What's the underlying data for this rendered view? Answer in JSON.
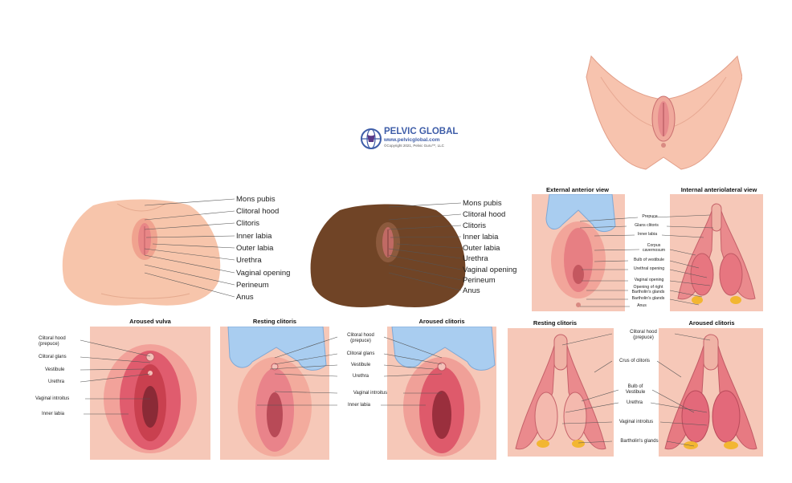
{
  "logo": {
    "name": "PELVIC GLOBAL",
    "url": "www.pelvicglobal.com",
    "copyright": "©Copyright 2021, Pelvic Guru™, LLC"
  },
  "top_labels": [
    "Mons pubis",
    "Clitoral hood",
    "Clitoris",
    "Inner labia",
    "Outer labia",
    "Urethra",
    "Vaginal opening",
    "Perineum",
    "Anus"
  ],
  "top_labels_dark": [
    "Mons pubis",
    "Clitoral hood",
    "Clitoris",
    "Inner labia",
    "Outer labia",
    "Urethra",
    "Vaginal opening",
    "Perineum",
    "Anus"
  ],
  "external_anterior": {
    "title": "External anterior view",
    "labels": [
      "Prepuce",
      "Glans clitoris",
      "Inner labia",
      "Corpus\ncavernosum",
      "Bulb of vestibule",
      "Urethral opening",
      "Vaginal opening",
      "Opening of right\nBartholin's glands",
      "Bartholin's glands",
      "Anus"
    ]
  },
  "internal_anterolateral": {
    "title": "Internal anteriolateral view"
  },
  "aroused_vulva": {
    "title": "Aroused vulva",
    "labels": [
      "Clitoral hood\n(prepuce)",
      "Clitoral glans",
      "Vestibule",
      "Urethra",
      "Vaginal introitus",
      "Inner labia"
    ]
  },
  "resting_clitoris_mid": {
    "title": "Resting clitoris",
    "labels": [
      "Clitoral hood\n(prepuce)",
      "Clitoral glans",
      "Vestibule",
      "Urethra",
      "Vaginal introitus",
      "Inner labia"
    ]
  },
  "aroused_clitoris_mid": {
    "title": "Aroused clitoris"
  },
  "resting_clitoris_right": {
    "title": "Resting clitoris",
    "labels": [
      "Clitoral hood\n(prepuce)",
      "Crus of clitoris",
      "Bulb of\nVestibule",
      "Urethra",
      "Vaginal introitus",
      "Bartholin's glands"
    ]
  },
  "aroused_clitoris_right": {
    "title": "Aroused clitoris"
  },
  "colors": {
    "skin_light": "#f6c6ad",
    "skin_dark": "#6d4426",
    "panel_bg": "#f6c8b8",
    "tissue": "#e8707a",
    "glove": "#a9cdf0",
    "gland": "#f2b632"
  }
}
